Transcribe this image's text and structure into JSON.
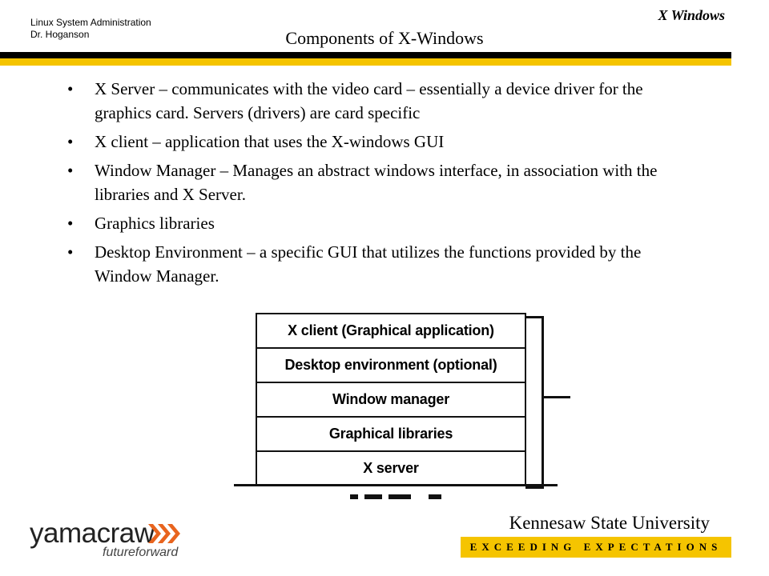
{
  "header": {
    "course": "Linux System Administration",
    "instructor": "Dr. Hoganson",
    "topic": "X Windows",
    "title": "Components of X-Windows"
  },
  "bullets": [
    "X Server – communicates with the video card – essentially a device driver for the graphics card.  Servers (drivers) are card specific",
    "X client – application that uses the X-windows GUI",
    "Window Manager – Manages an abstract windows interface, in association with the libraries and X Server.",
    "Graphics libraries",
    "Desktop Environment – a specific GUI that utilizes the functions provided by the Window Manager."
  ],
  "diagram": {
    "layers": [
      "X client (Graphical application)",
      "Desktop environment (optional)",
      "Window manager",
      "Graphical libraries",
      "X server"
    ]
  },
  "footer": {
    "logo_text": "yamacraw",
    "logo_tagline": "futureforward",
    "university": "Kennesaw State University",
    "motto": "EXCEEDING EXPECTATIONS"
  },
  "colors": {
    "accent_gold": "#f5c400",
    "logo_arrow": "#e8641e"
  }
}
